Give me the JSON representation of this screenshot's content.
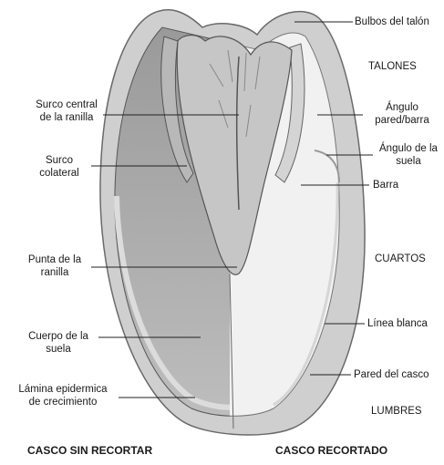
{
  "labels": {
    "bulbos": "Bulbos del talón",
    "talones": "TALONES",
    "angulo_pared_l1": "Ángulo",
    "angulo_pared_l2": "pared/barra",
    "angulo_suela_l1": "Ángulo de la",
    "angulo_suela_l2": "suela",
    "barra": "Barra",
    "cuartos": "CUARTOS",
    "linea_blanca": "Línea blanca",
    "pared_casco": "Pared del casco",
    "lumbres": "LUMBRES",
    "surco_central_l1": "Surco central",
    "surco_central_l2": "de la ranilla",
    "surco_colateral_l1": "Surco",
    "surco_colateral_l2": "colateral",
    "punta_ranilla_l1": "Punta de la",
    "punta_ranilla_l2": "ranilla",
    "cuerpo_suela_l1": "Cuerpo de la",
    "cuerpo_suela_l2": "suela",
    "lamina_l1": "Lámina epidermica",
    "lamina_l2": "de crecimiento",
    "casco_sin": "CASCO SIN RECORTAR",
    "casco_rec": "CASCO RECORTADO"
  },
  "colors": {
    "wall": "#c9c9c9",
    "untrimmed_sole": "#a9a9a9",
    "trimmed_sole": "#efefef",
    "frog": "#c4c4c4",
    "ink": "#1a1a1a"
  }
}
